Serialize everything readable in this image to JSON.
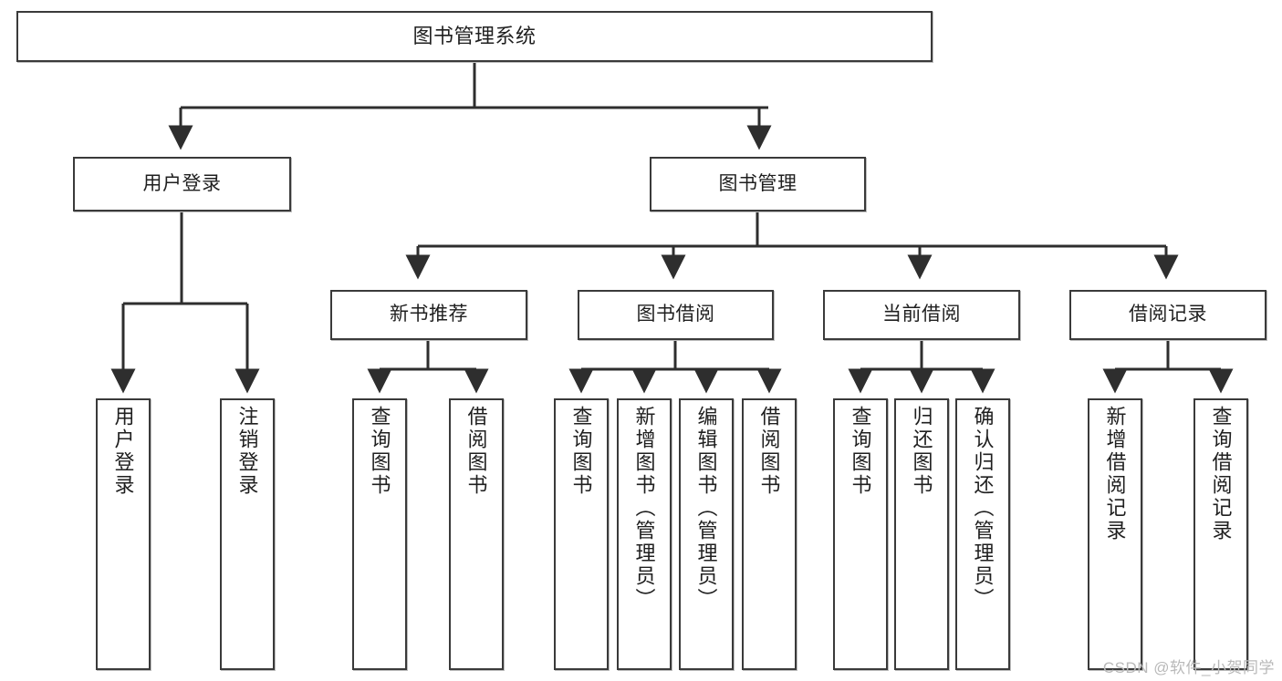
{
  "diagram": {
    "type": "tree",
    "orientation": "top-down",
    "root": {
      "id": "root",
      "label": "图书管理系统"
    },
    "level2": [
      {
        "id": "login",
        "label": "用户登录"
      },
      {
        "id": "bookmgmt",
        "label": "图书管理"
      }
    ],
    "level3": [
      {
        "id": "newbook",
        "label": "新书推荐",
        "parent": "bookmgmt"
      },
      {
        "id": "borrow",
        "label": "图书借阅",
        "parent": "bookmgmt"
      },
      {
        "id": "current",
        "label": "当前借阅",
        "parent": "bookmgmt"
      },
      {
        "id": "record",
        "label": "借阅记录",
        "parent": "bookmgmt"
      }
    ],
    "leaves": {
      "login": [
        {
          "id": "leaf-user-login",
          "label": "用户登录"
        },
        {
          "id": "leaf-user-logout",
          "label": "注销登录"
        }
      ],
      "newbook": [
        {
          "id": "leaf-nb-query",
          "label": "查询图书"
        },
        {
          "id": "leaf-nb-borrow",
          "label": "借阅图书"
        }
      ],
      "borrow": [
        {
          "id": "leaf-br-query",
          "label": "查询图书"
        },
        {
          "id": "leaf-br-add",
          "label": "新增图书（管理员）"
        },
        {
          "id": "leaf-br-edit",
          "label": "编辑图书（管理员）"
        },
        {
          "id": "leaf-br-borrow",
          "label": "借阅图书"
        }
      ],
      "current": [
        {
          "id": "leaf-cu-query",
          "label": "查询图书"
        },
        {
          "id": "leaf-cu-return",
          "label": "归还图书"
        },
        {
          "id": "leaf-cu-confirm",
          "label": "确认归还（管理员）"
        }
      ],
      "record": [
        {
          "id": "leaf-rc-add",
          "label": "新增借阅记录"
        },
        {
          "id": "leaf-rc-query",
          "label": "查询借阅记录"
        }
      ]
    }
  },
  "watermark": {
    "text": "CSDN @软件_小贺同学"
  },
  "colors": {
    "box_border": "#3a3a3a",
    "box_fill": "#ffffff",
    "line": "#2e2e2e",
    "text": "#1f1f1f",
    "watermark": "#b9b9b9",
    "background": "#ffffff"
  }
}
